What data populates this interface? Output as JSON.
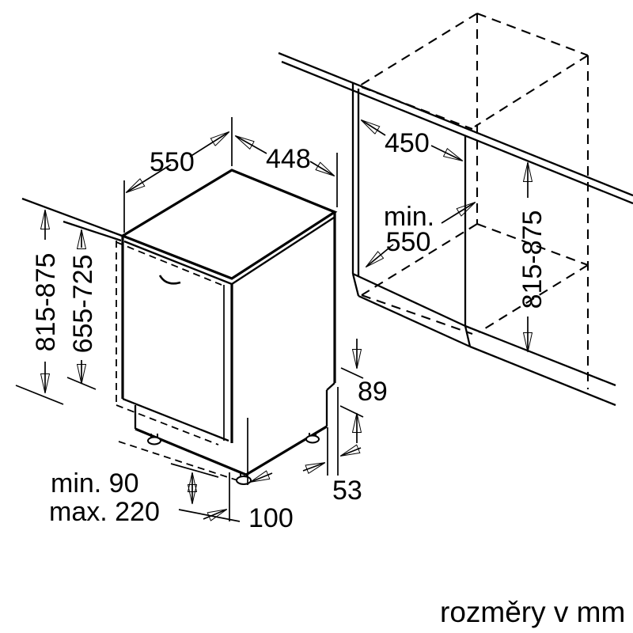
{
  "caption": "rozměry v mm",
  "colors": {
    "line": "#000000",
    "background": "#ffffff"
  },
  "dimensions": {
    "appliance_depth": "550",
    "appliance_width": "448",
    "niche_width": "450",
    "niche_depth_line1": "min.",
    "niche_depth_line2": "550",
    "appliance_height": "815-875",
    "door_panel_height": "655-725",
    "niche_height": "815-875",
    "rear_foot_notch_height": "89",
    "rear_foot_notch_depth": "53",
    "front_foot_inset": "100",
    "plinth_height_min": "min. 90",
    "plinth_height_max": "max. 220"
  }
}
